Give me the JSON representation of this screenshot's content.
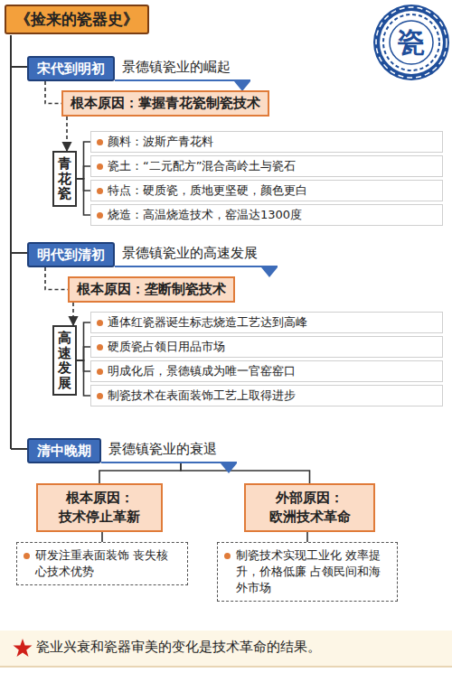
{
  "diagram": {
    "title": "《捡来的瓷器史》",
    "caption": "瓷业兴衰和瓷器审美的变化是技术革命的结果。",
    "nodes": [
      {
        "text": [
          "宋代到明初",
          "景德镇瓷业的崛起"
        ]
      },
      {
        "text": [
          "根本原因：掌握青花瓷制瓷技术"
        ]
      },
      {
        "text": [
          "青花瓷"
        ]
      },
      {
        "text": [
          "颜料：波斯产青花料"
        ]
      },
      {
        "text": [
          "瓷土：“二元配方”混合高岭土与瓷石"
        ]
      },
      {
        "text": [
          "特点：硬质瓷，质地更坚硬，颜色更白"
        ]
      },
      {
        "text": [
          "烧造：高温烧造技术，窑温达1300度"
        ]
      },
      {
        "text": [
          "明代到清初",
          "景德镇瓷业的高速发展"
        ]
      },
      {
        "text": [
          "根本原因：垄断制瓷技术"
        ]
      },
      {
        "text": [
          "高速发展"
        ]
      },
      {
        "text": [
          "通体红瓷器诞生标志烧造工艺达到高峰"
        ]
      },
      {
        "text": [
          "硬质瓷占领日用品市场"
        ]
      },
      {
        "text": [
          "明成化后，景德镇成为唯一官窑窑口"
        ]
      },
      {
        "text": [
          "制瓷技术在表面装饰工艺上取得进步"
        ]
      },
      {
        "text": [
          "清中晚期",
          "景德镇瓷业的衰退"
        ]
      },
      {
        "text": [
          "根本原因：",
          "技术停止革新"
        ]
      },
      {
        "text": [
          "外部原因：",
          "欧洲技术革命"
        ]
      },
      {
        "text": [
          "研发注重表面装饰 丧失核心技术优势"
        ]
      },
      {
        "text": [
          "制瓷技术实现工业化 效率提升，价格低廉 占领民间和海外市场"
        ]
      }
    ],
    "edges": [
      {
        "from": 0,
        "to": 1,
        "arrow": "none"
      },
      {
        "from": 1,
        "to": 2,
        "arrow": "to"
      },
      {
        "from": 2,
        "to": 3,
        "arrow": "none"
      },
      {
        "from": 2,
        "to": 4,
        "arrow": "none"
      },
      {
        "from": 2,
        "to": 5,
        "arrow": "none"
      },
      {
        "from": 2,
        "to": 6,
        "arrow": "none"
      },
      {
        "from": 7,
        "to": 8,
        "arrow": "none"
      },
      {
        "from": 8,
        "to": 9,
        "arrow": "to"
      },
      {
        "from": 9,
        "to": 10,
        "arrow": "none"
      },
      {
        "from": 9,
        "to": 11,
        "arrow": "none"
      },
      {
        "from": 9,
        "to": 12,
        "arrow": "none"
      },
      {
        "from": 9,
        "to": 13,
        "arrow": "none"
      },
      {
        "from": 14,
        "to": 15,
        "arrow": "none"
      },
      {
        "from": 14,
        "to": 16,
        "arrow": "none"
      },
      {
        "from": 15,
        "to": 17,
        "arrow": "none"
      },
      {
        "from": 16,
        "to": 18,
        "arrow": "none"
      }
    ],
    "labels": [
      "瓷"
    ]
  }
}
